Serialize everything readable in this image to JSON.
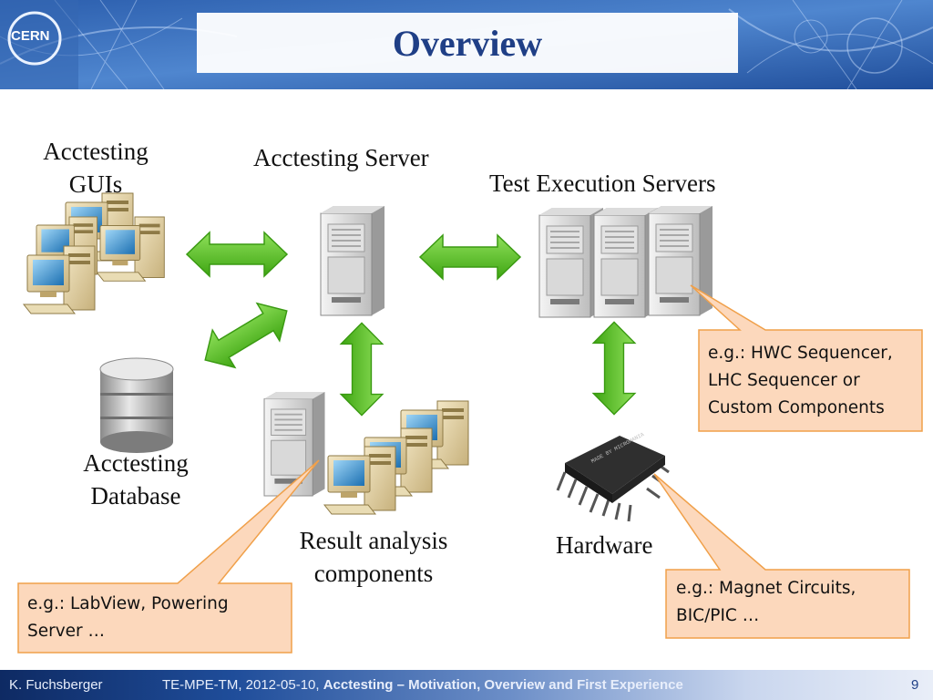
{
  "slide": {
    "title": "Overview",
    "logo_text": "CERN"
  },
  "labels": {
    "guis": [
      "Acctesting",
      "GUIs"
    ],
    "server": "Acctesting Server",
    "test_servers": "Test Execution Servers",
    "database": [
      "Acctesting",
      "Database"
    ],
    "result": [
      "Result analysis",
      "components"
    ],
    "hardware": "Hardware"
  },
  "callouts": {
    "sequencer": [
      "e.g.: HWC Sequencer,",
      "LHC Sequencer or",
      "Custom Components"
    ],
    "labview": [
      "e.g.: LabView, Powering",
      "Server …"
    ],
    "magnet": [
      "e.g.: Magnet Circuits,",
      "BIC/PIC …"
    ]
  },
  "footer": {
    "author": "K. Fuchsberger",
    "event": "TE-MPE-TM, 2012-05-10, ",
    "talk_title": "Acctesting – Motivation, Overview and First Experience",
    "page": "9"
  },
  "colors": {
    "arrow": "#56c21d",
    "callout_fill": "#fcd8bc",
    "callout_border": "#f0a04a",
    "title": "#1f3f86"
  },
  "icons": [
    "workstation-icon",
    "server-icon",
    "database-icon",
    "chip-icon",
    "double-arrow-icon"
  ]
}
